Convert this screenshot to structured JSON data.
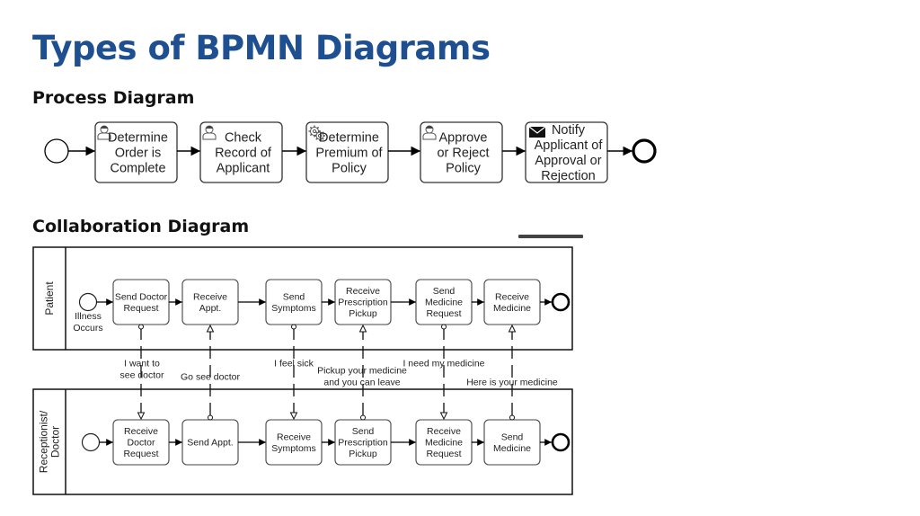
{
  "title": "Types of BPMN Diagrams",
  "process": {
    "heading": "Process Diagram",
    "start_event": "start-event",
    "end_event": "end-event",
    "tasks": [
      {
        "lines": [
          "Determine",
          "Order is",
          "Complete"
        ],
        "type": "user-task",
        "icon": "user-icon"
      },
      {
        "lines": [
          "Check",
          "Record of",
          "Applicant"
        ],
        "type": "user-task",
        "icon": "user-icon"
      },
      {
        "lines": [
          "Determine",
          "Premium of",
          "Policy"
        ],
        "type": "service-task",
        "icon": "gear-icon"
      },
      {
        "lines": [
          "Approve",
          "or Reject",
          "Policy"
        ],
        "type": "user-task",
        "icon": "user-icon"
      },
      {
        "lines": [
          "Notify",
          "Applicant of",
          "Approval or",
          "Rejection"
        ],
        "type": "send-task",
        "icon": "envelope-icon"
      }
    ]
  },
  "collaboration": {
    "heading": "Collaboration Diagram",
    "pools": [
      {
        "name": "Patient",
        "start_label": [
          "Illness",
          "Occurs"
        ],
        "tasks": [
          {
            "lines": [
              "Send Doctor",
              "Request"
            ]
          },
          {
            "lines": [
              "Receive",
              "Appt."
            ]
          },
          {
            "lines": [
              "Send",
              "Symptoms"
            ]
          },
          {
            "lines": [
              "Receive",
              "Prescription",
              "Pickup"
            ]
          },
          {
            "lines": [
              "Send",
              "Medicine",
              "Request"
            ]
          },
          {
            "lines": [
              "Receive",
              "Medicine"
            ]
          }
        ]
      },
      {
        "name": [
          "Receptionist/",
          "Doctor"
        ],
        "tasks": [
          {
            "lines": [
              "Receive",
              "Doctor",
              "Request"
            ]
          },
          {
            "lines": [
              "Send Appt."
            ]
          },
          {
            "lines": [
              "Receive",
              "Symptoms"
            ]
          },
          {
            "lines": [
              "Send",
              "Prescription",
              "Pickup"
            ]
          },
          {
            "lines": [
              "Receive",
              "Medicine",
              "Request"
            ]
          },
          {
            "lines": [
              "Send",
              "Medicine"
            ]
          }
        ]
      }
    ],
    "messages": [
      {
        "from": "patient",
        "task_index": 0,
        "lines": [
          "I want to",
          "see doctor"
        ]
      },
      {
        "from": "doctor",
        "task_index": 1,
        "lines": [
          "Go see doctor"
        ]
      },
      {
        "from": "patient",
        "task_index": 2,
        "lines": [
          "I feel sick"
        ]
      },
      {
        "from": "doctor",
        "task_index": 3,
        "lines": [
          "Pickup your medicine",
          "and you can leave"
        ]
      },
      {
        "from": "patient",
        "task_index": 4,
        "lines": [
          "I need my medicine"
        ]
      },
      {
        "from": "doctor",
        "task_index": 5,
        "lines": [
          "Here is your medicine"
        ]
      }
    ]
  }
}
